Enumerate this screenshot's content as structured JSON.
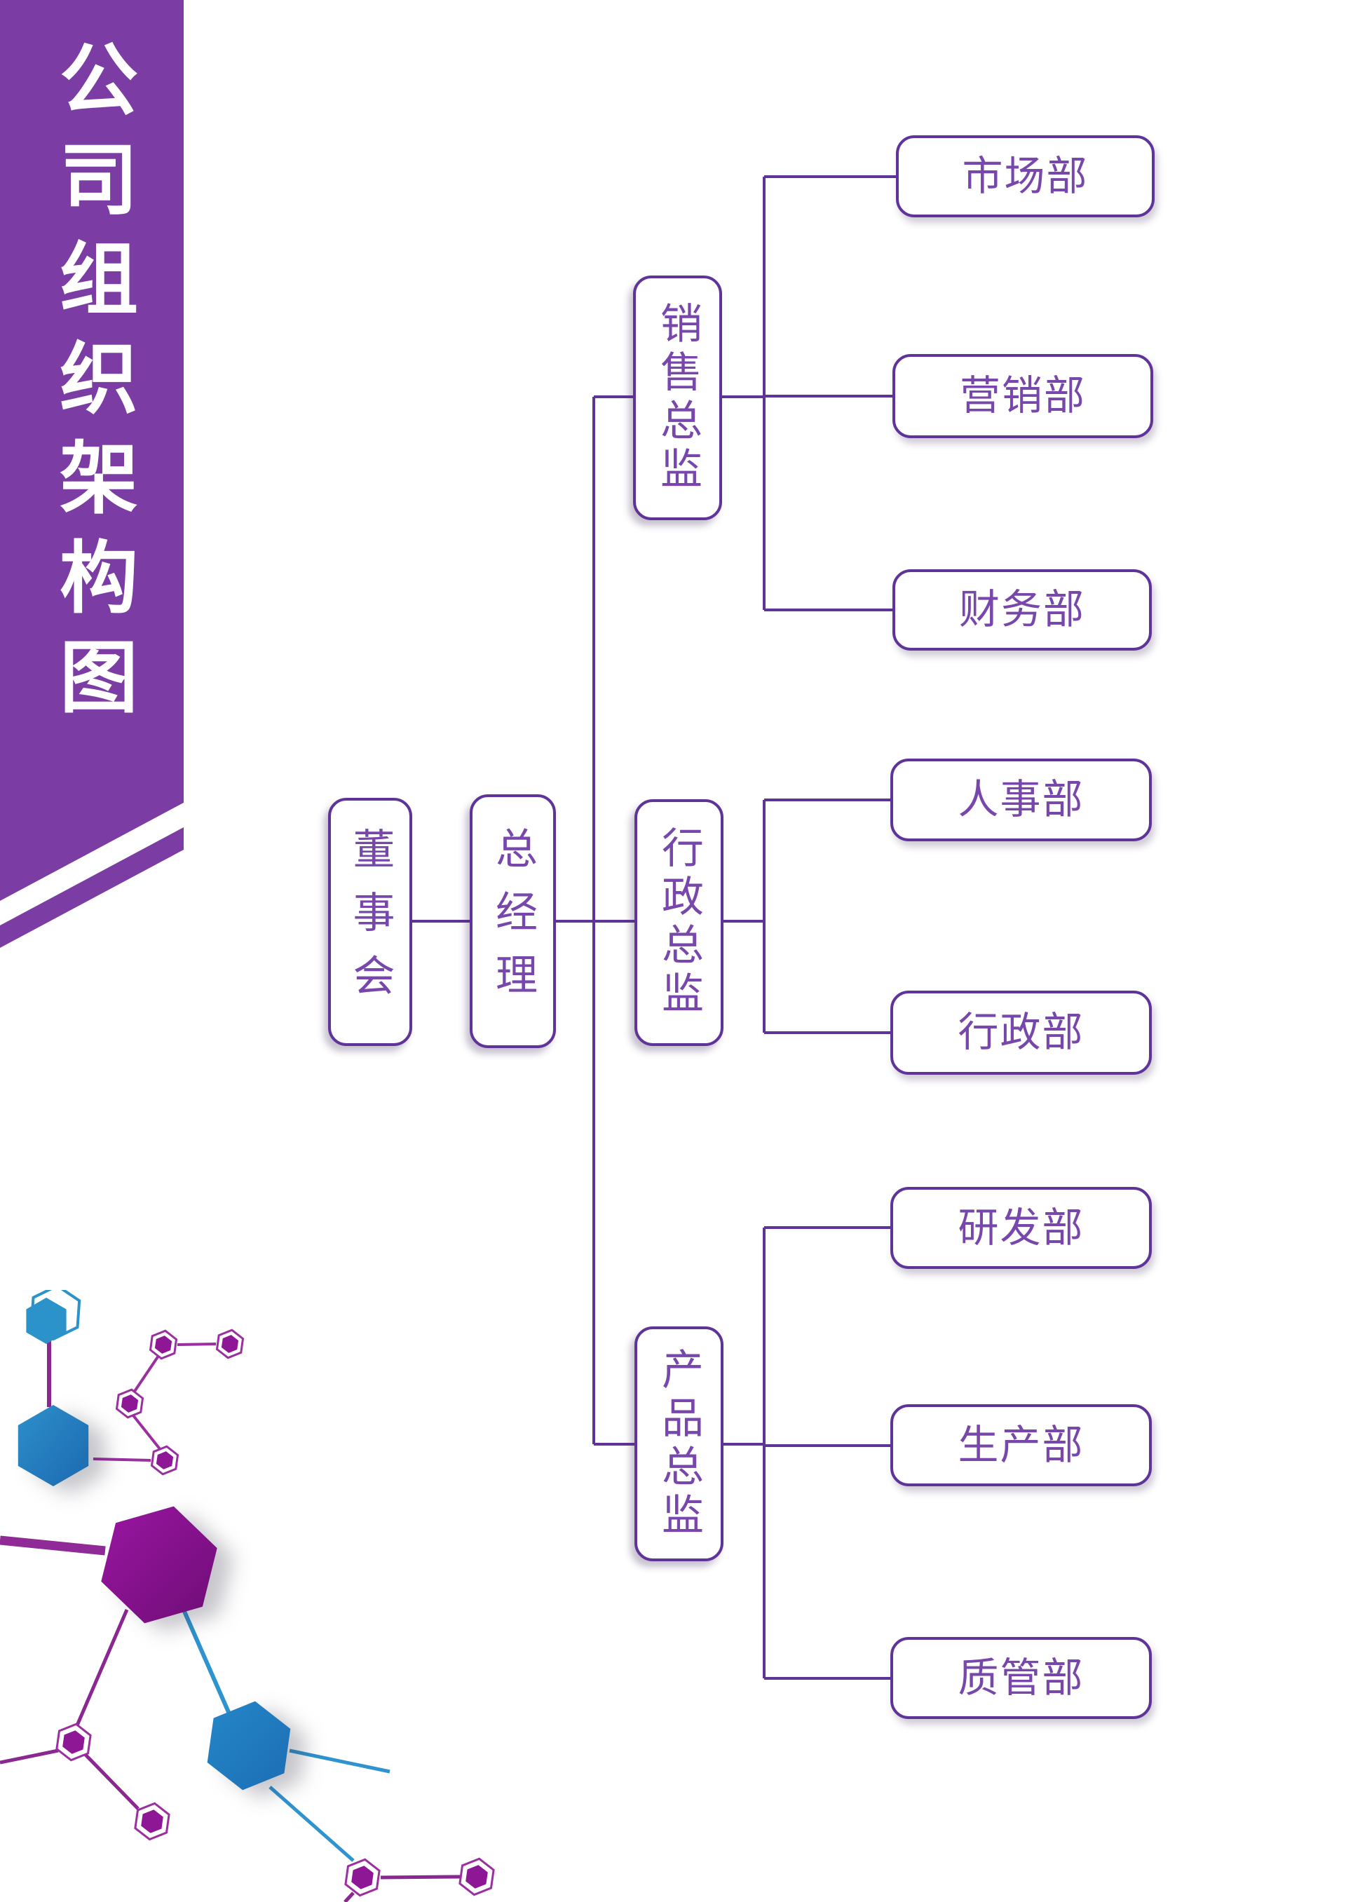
{
  "banner": {
    "title": "公司组织架构图",
    "background_color": "#7B3DA3",
    "text_color": "#FFFFFF"
  },
  "org_chart": {
    "root": {
      "label": "董事会"
    },
    "manager": {
      "label": "总经理"
    },
    "groups": [
      {
        "director": {
          "label": "销售总监"
        },
        "departments": [
          {
            "label": "市场部"
          },
          {
            "label": "营销部"
          },
          {
            "label": "财务部"
          }
        ]
      },
      {
        "director": {
          "label": "行政总监"
        },
        "departments": [
          {
            "label": "人事部"
          },
          {
            "label": "行政部"
          }
        ]
      },
      {
        "director": {
          "label": "产品总监"
        },
        "departments": [
          {
            "label": "研发部"
          },
          {
            "label": "生产部"
          },
          {
            "label": "质管部"
          }
        ]
      }
    ]
  },
  "colors": {
    "banner_purple": "#7B3DA3",
    "node_border": "#5F3499",
    "node_text": "#7747AC",
    "connector": "#5F3499",
    "molecule_magenta": "#8D1795",
    "molecule_magenta_line": "#8A2791",
    "molecule_blue": "#2484C6",
    "molecule_blue_line": "#2E93CE"
  }
}
